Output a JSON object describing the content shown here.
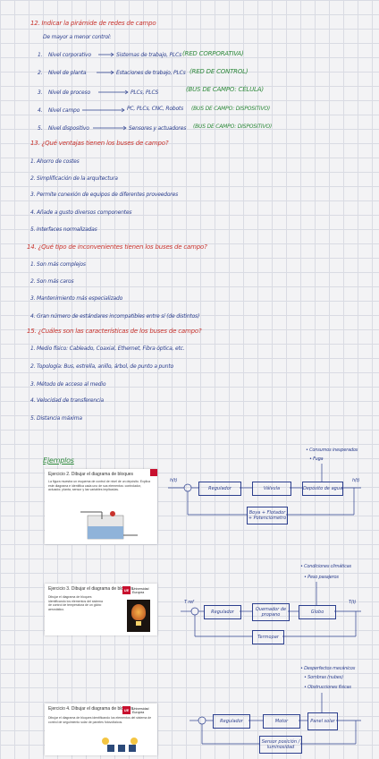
{
  "q12": {
    "title": "12. Indicar la pirámide de redes de campo",
    "subtitle": "De mayor a menor control:",
    "levels": [
      {
        "num": "1.",
        "name": "Nivel corporativo",
        "desc": "Sistemas de trabajo, PLCs",
        "net": "(RED CORPORATIVA)"
      },
      {
        "num": "2.",
        "name": "Nivel de planta",
        "desc": "Estaciones de trabajo, PLCs",
        "net": "(RED DE CONTROL)"
      },
      {
        "num": "3.",
        "name": "Nivel de proceso",
        "desc": "PLCs, PLCS",
        "net": "(BUS DE CAMPO: CÉLULA)"
      },
      {
        "num": "4.",
        "name": "Nivel campo",
        "desc": "PC, PLCs, CNC, Robots",
        "net": "(BUS DE CAMPO: DISPOSITIVO)"
      },
      {
        "num": "5.",
        "name": "Nivel dispositivo",
        "desc": "Sensores y actuadores",
        "net": "(BUS DE CAMPO: DISPOSITIVO)"
      }
    ]
  },
  "q13": {
    "title": "13. ¿Qué ventajas tienen los buses de campo?",
    "items": [
      "1. Ahorro de costes",
      "2. Simplificación de la arquitectura",
      "3. Permite conexión de equipos de diferentes proveedores",
      "4. Añade a gusto diversos componentes",
      "5. Interfaces normalizadas"
    ]
  },
  "q14": {
    "title": "14. ¿Qué tipo de inconvenientes tienen los buses de campo?",
    "items": [
      "1. Son más complejos",
      "2. Son más caros",
      "3. Mantenimiento más especializado",
      "4. Gran número de estándares incompatibles entre sí (de distintos)"
    ]
  },
  "q15": {
    "title": "15. ¿Cuáles son las características de los buses de campo?",
    "items": [
      "1. Medio físico: Cableado, Coaxial, Ethernet, Fibra óptica, etc.",
      "2. Topología: Bus, estrella, anillo, árbol, de punto a punto",
      "3. Método de acceso al medio",
      "4. Velocidad de transferencia",
      "5. Distancia máxima"
    ]
  },
  "examples_title": "Ejemplos",
  "slides": [
    {
      "title": "Ejercicio 2. Dibujar el diagrama de bloques",
      "body": "La figura muestra un esquema de control de nivel de un depósito. Explica este diagrama e identifica cada uno de sus elementos: controlador, actuador, planta, sensor y las variables implicadas."
    },
    {
      "title": "Ejercicio 3. Dibujar el diagrama de bloques",
      "body": "Dibujar el diagrama de bloques identificando los elementos del sistema de control de temperatura de un globo aerostático.",
      "logo": "Universidad Europea"
    },
    {
      "title": "Ejercicio 4. Dibujar el diagrama de bloques",
      "body": "Dibujar el diagrama de bloques identificando los elementos del sistema de control de seguimiento solar de paneles fotovoltaicos.",
      "logo": "Universidad Europea"
    }
  ],
  "diagram1": {
    "notes": [
      "• Consumos inesperados",
      "• Fuga"
    ],
    "input": "h(t)",
    "output": "h(t)",
    "blocks": [
      "Regulador",
      "Válvula",
      "Depósito de agua"
    ],
    "feedback": "Boya + Flotador + Potenciómetro"
  },
  "diagram2": {
    "notes": [
      "• Condiciones climáticas",
      "• Peso pasajeros"
    ],
    "input": "T ref",
    "output": "T(t)",
    "blocks": [
      "Regulador",
      "Quemador de propano",
      "Globo"
    ],
    "feedback": "Termopar"
  },
  "diagram3": {
    "notes": [
      "• Desperfectos mecánicos",
      "• Sombras (nubes)",
      "• Obstrucciones físicas"
    ],
    "blocks": [
      "Regulador",
      "Motor",
      "Panel solar"
    ],
    "feedback": "Sensor posición / luminosidad"
  },
  "colors": {
    "red": "#c8332d",
    "blue": "#2c3f8e",
    "green": "#2f8a3c"
  }
}
